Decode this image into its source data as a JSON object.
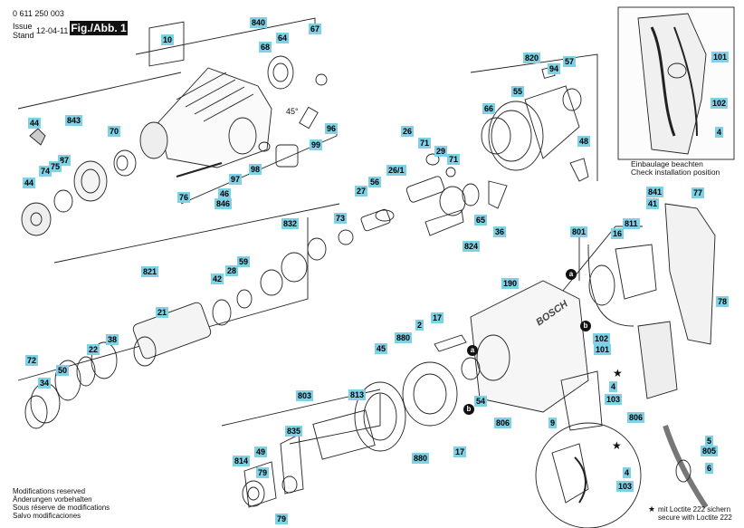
{
  "header": {
    "doc_number": "0 611 250 003",
    "issue_label": "Issue",
    "stand_label": "Stand",
    "issue_date": "12-04-11",
    "fig_label": "Fig./Abb. 1"
  },
  "install_note": {
    "de": "Einbaulage beachten",
    "en": "Check installation position"
  },
  "modifications": {
    "en": "Modifications reserved",
    "de": "Änderungen vorbehalten",
    "fr": "Sous réserve de modifications",
    "es": "Salvo modificaciones"
  },
  "loctite_note": {
    "star": "★",
    "de": "mit Loctite 222 sichern",
    "en": "secure with Loctite 222"
  },
  "brand_text": "BOSCH",
  "angle_text": "45°",
  "symbols": {
    "a": "a",
    "b": "b",
    "star": "★"
  },
  "part_labels": {
    "p10": "10",
    "p840": "840",
    "p67": "67",
    "p68": "68",
    "p64": "64",
    "p44a": "44",
    "p843": "843",
    "p70": "70",
    "p87": "87",
    "p75": "75",
    "p74": "74",
    "p44b": "44",
    "p76": "76",
    "p45deg": "45°",
    "p96": "96",
    "p99": "99",
    "p98": "98",
    "p97": "97",
    "p46": "46",
    "p846": "846",
    "p26": "26",
    "p71a": "71",
    "p29": "29",
    "p71b": "71",
    "p26_1": "26/1",
    "p27": "27",
    "p56": "56",
    "p820": "820",
    "p94": "94",
    "p57": "57",
    "p55": "55",
    "p66": "66",
    "p48": "48",
    "p101a": "101",
    "p102a": "102",
    "p4a": "4",
    "p832": "832",
    "p73": "73",
    "p59": "59",
    "p821": "821",
    "p42": "42",
    "p28": "28",
    "p21": "21",
    "p65": "65",
    "p824": "824",
    "p36": "36",
    "p801": "801",
    "p811": "811",
    "p16": "16",
    "p841": "841",
    "p41": "41",
    "p77": "77",
    "p190": "190",
    "p72": "72",
    "p34": "34",
    "p50": "50",
    "p22": "22",
    "p38": "38",
    "p2": "2",
    "p17a": "17",
    "p880a": "880",
    "p45": "45",
    "p102b": "102",
    "p101b": "101",
    "p78": "78",
    "p54": "54",
    "p806a": "806",
    "p9": "9",
    "p4b": "4",
    "p103a": "103",
    "p806b": "806",
    "p803": "803",
    "p813": "813",
    "p835": "835",
    "p880b": "880",
    "p17b": "17",
    "p814": "814",
    "p49": "49",
    "p79a": "79",
    "p79b": "79",
    "p5": "5",
    "p805": "805",
    "p6": "6",
    "p4c": "4",
    "p103b": "103"
  }
}
